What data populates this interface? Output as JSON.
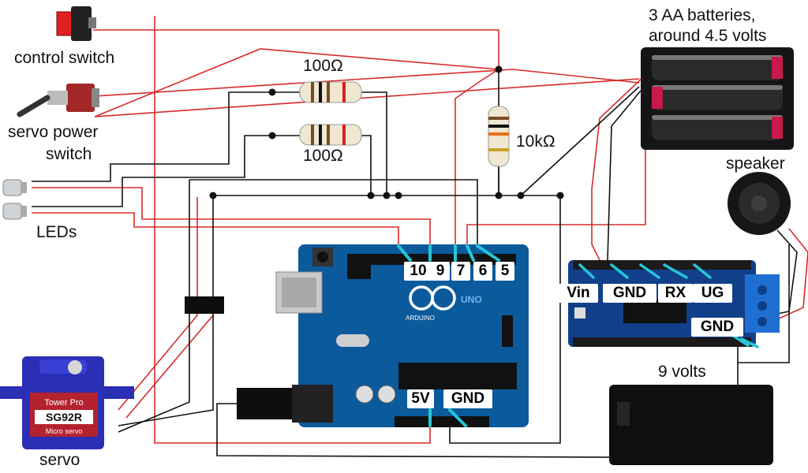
{
  "labels": {
    "control_switch": "control switch",
    "servo_power_switch_line1": "servo power",
    "servo_power_switch_line2": "switch",
    "leds": "LEDs",
    "servo": "servo",
    "resistor_top": "100Ω",
    "resistor_bottom": "100Ω",
    "resistor_pullup": "10kΩ",
    "batteries_line1": "3 AA batteries,",
    "batteries_line2": "around 4.5 volts",
    "speaker": "speaker",
    "nine_volts": "9 volts"
  },
  "arduino_pins": {
    "d10": "10",
    "d9": "9",
    "d7": "7",
    "d6": "6",
    "d5": "5",
    "v5": "5V",
    "gnd": "GND",
    "logo_text": "ARDUINO",
    "uno_text": "UNO"
  },
  "sound_board_pins": {
    "vin": "Vin",
    "gnd": "GND",
    "rx": "RX",
    "ug": "UG",
    "gnd2": "GND"
  },
  "servo_brand": {
    "line1": "Tower Pro",
    "line2": "SG92R",
    "line3": "Micro servo"
  },
  "colors": {
    "wire_red": "#d92b2b",
    "wire_black": "#111111",
    "arduino_blue": "#0b5a9c",
    "board_blue": "#123f8a",
    "cyan_trace": "#25c6d6",
    "terminal_blue": "#1f6fd1",
    "servo_blue": "#2a2fb5"
  }
}
